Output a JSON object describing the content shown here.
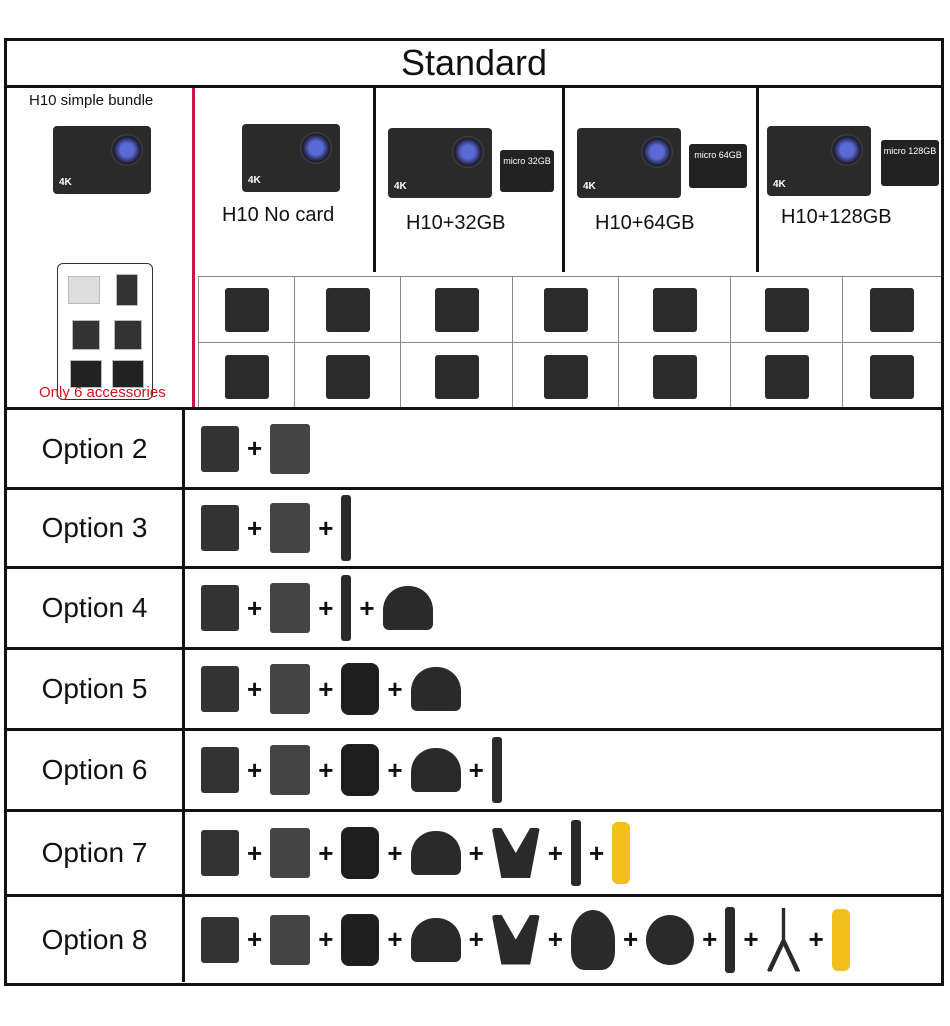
{
  "title": "Standard",
  "bundle": {
    "title": "H10 simple bundle",
    "camera_label": "4K",
    "footer": "Only 6 accessories"
  },
  "cards": [
    {
      "name": "H10  No card",
      "sd": ""
    },
    {
      "name": "H10+32GB",
      "sd": "micro 32GB"
    },
    {
      "name": "H10+64GB",
      "sd": "micro 64GB"
    },
    {
      "name": "H10+128GB",
      "sd": "micro 128GB"
    }
  ],
  "options": [
    {
      "label": "Option 2",
      "items": [
        "charger",
        "battery"
      ]
    },
    {
      "label": "Option 3",
      "items": [
        "charger",
        "battery",
        "selfie-stick"
      ]
    },
    {
      "label": "Option 4",
      "items": [
        "charger",
        "battery",
        "selfie-stick",
        "head-strap"
      ]
    },
    {
      "label": "Option 5",
      "items": [
        "charger",
        "battery",
        "case",
        "head-strap"
      ]
    },
    {
      "label": "Option 6",
      "items": [
        "charger",
        "battery",
        "case",
        "head-strap",
        "selfie-stick"
      ]
    },
    {
      "label": "Option 7",
      "items": [
        "charger",
        "battery",
        "case",
        "head-strap",
        "chest-strap",
        "selfie-stick",
        "floating-grip"
      ]
    },
    {
      "label": "Option 8",
      "items": [
        "charger",
        "battery",
        "case",
        "head-strap",
        "chest-strap",
        "suction-mount",
        "wrist-strap",
        "selfie-stick",
        "tripod",
        "floating-grip"
      ]
    }
  ],
  "plus_symbol": "+"
}
